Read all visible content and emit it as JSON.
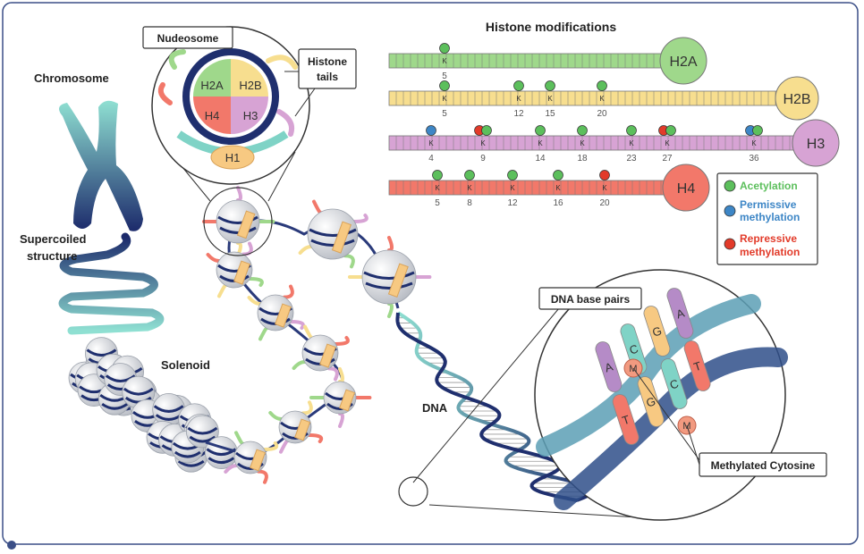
{
  "labels": {
    "chromosome": "Chromosome",
    "supercoiled_1": "Supercoiled",
    "supercoiled_2": "structure",
    "solenoid": "Solenoid",
    "dna": "DNA",
    "nucleosome": "Nudeosome",
    "histone_tails_1": "Histone",
    "histone_tails_2": "tails",
    "dna_base_pairs": "DNA base pairs",
    "methylated_cytosine": "Methylated Cytosine",
    "histone_modifications": "Histone modifications"
  },
  "nucleosome": {
    "q_h2a": "H2A",
    "q_h2b": "H2B",
    "q_h4": "H4",
    "q_h3": "H3",
    "h1": "H1"
  },
  "histones": [
    {
      "name": "H2A",
      "color": "#9fd88b",
      "sites": [
        {
          "pos": "5",
          "mods": [
            "ac"
          ]
        }
      ]
    },
    {
      "name": "H2B",
      "color": "#f7de8f",
      "sites": [
        {
          "pos": "5",
          "mods": [
            "ac"
          ]
        },
        {
          "pos": "12",
          "mods": [
            "ac"
          ]
        },
        {
          "pos": "15",
          "mods": [
            "ac"
          ]
        },
        {
          "pos": "20",
          "mods": [
            "ac"
          ]
        }
      ]
    },
    {
      "name": "H3",
      "color": "#d7a3d4",
      "sites": [
        {
          "pos": "4",
          "mods": [
            "pm"
          ]
        },
        {
          "pos": "9",
          "mods": [
            "rm",
            "ac"
          ]
        },
        {
          "pos": "14",
          "mods": [
            "ac"
          ]
        },
        {
          "pos": "18",
          "mods": [
            "ac"
          ]
        },
        {
          "pos": "23",
          "mods": [
            "ac"
          ]
        },
        {
          "pos": "27",
          "mods": [
            "rm",
            "ac"
          ]
        },
        {
          "pos": "36",
          "mods": [
            "pm",
            "ac"
          ]
        }
      ]
    },
    {
      "name": "H4",
      "color": "#f2786a",
      "sites": [
        {
          "pos": "5",
          "mods": [
            "ac"
          ]
        },
        {
          "pos": "8",
          "mods": [
            "ac"
          ]
        },
        {
          "pos": "12",
          "mods": [
            "ac"
          ]
        },
        {
          "pos": "16",
          "mods": [
            "ac"
          ]
        },
        {
          "pos": "20",
          "mods": [
            "rm"
          ]
        }
      ]
    }
  ],
  "site_letter": "K",
  "legend": {
    "acetylation": "Acetylation",
    "permissive_1": "Permissive",
    "permissive_2": "methylation",
    "repressive_1": "Repressive",
    "repressive_2": "methylation"
  },
  "colors": {
    "acetylation": "#5cbf5c",
    "permissive": "#3d86c6",
    "repressive": "#e23b2a",
    "teal": "#7fd3c6",
    "navy": "#1f2f6e"
  },
  "bases": {
    "a": "A",
    "t": "T",
    "g": "G",
    "c": "C",
    "m": "M"
  }
}
